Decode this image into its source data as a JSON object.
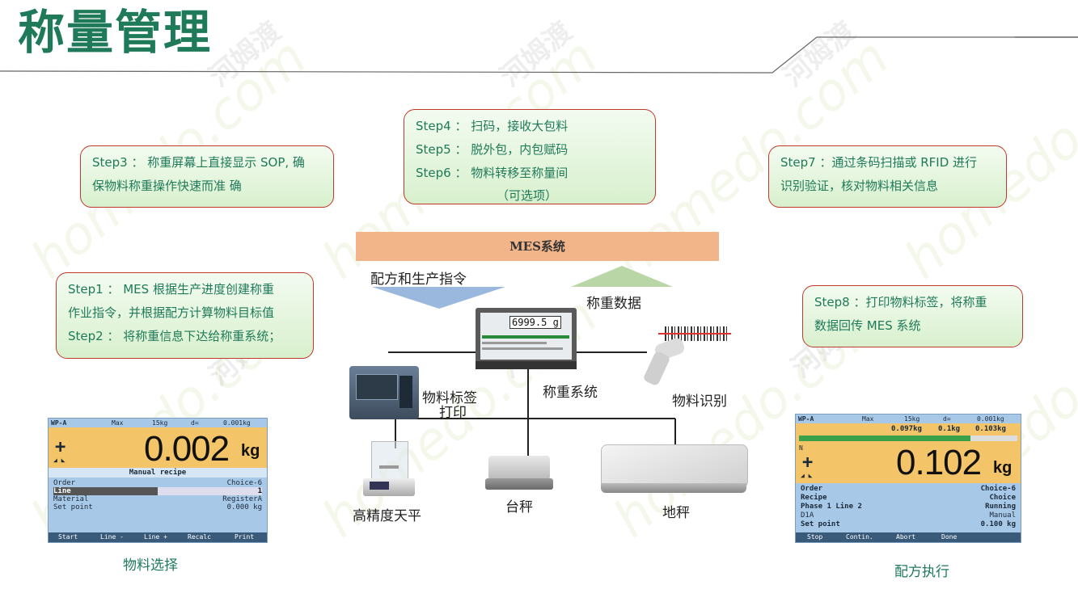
{
  "title": "称量管理",
  "watermark": {
    "cn": "河姆渡",
    "en": "homedo.com"
  },
  "steps": {
    "step3": [
      "Step3 ： 称重屏幕上直接显示 SOP, 确",
      "保物料称重操作快速而准  确"
    ],
    "step456": [
      "Step4 ： 扫码，接收大包料",
      "Step5 ： 脱外包，内包赋码",
      "Step6 ： 物料转移至称量间",
      "（可选项）"
    ],
    "step7": [
      "Step7 ：通过条码扫描或 RFID 进行",
      "识别验证，核对物料相关信息"
    ],
    "step12": [
      "Step1 ：  MES 根据生产进度创建称重",
      "作业指令，并根据配方计算物料目标值",
      "Step2 ： 将称重信息下达给称重系统；"
    ],
    "step8": [
      "Step8 ：打印物料标签，将称重",
      "数据回传 MES  系统"
    ]
  },
  "mes_bar": "MES系统",
  "labels": {
    "recipe_order": "配方和生产指令",
    "weigh_data": "称重数据",
    "label_printer": [
      "物料标签",
      "打印"
    ],
    "weigh_system": "称重系统",
    "material_id": "物料识别",
    "precision_balance": "高精度天平",
    "bench_scale": "台秤",
    "floor_scale": "地秤",
    "terminal_value": "6999.5 g"
  },
  "captions": {
    "left": "物料选择",
    "right": "配方执行"
  },
  "panel_left": {
    "top": [
      "WP-A",
      "Max",
      "15kg",
      "d=",
      "0.001kg"
    ],
    "value": "0.002",
    "unit": "kg",
    "heading": "Manual recipe",
    "rows": [
      [
        "Order",
        "Choice-6"
      ],
      [
        "Line",
        "1"
      ],
      [
        "Material",
        "RegisterA"
      ],
      [
        "Set point",
        "0.000 kg"
      ]
    ],
    "buttons": [
      "Start",
      "Line -",
      "Line +",
      "Recalc",
      "Print"
    ]
  },
  "panel_right": {
    "top": [
      "WP-A",
      "Max",
      "15kg",
      "d=",
      "0.001kg"
    ],
    "targets": [
      "0.097kg",
      "0.1kg",
      "0.103kg"
    ],
    "value": "0.102",
    "unit": "kg",
    "rows": [
      [
        "Order",
        "Choice-6"
      ],
      [
        "Recipe",
        "Choice"
      ],
      [
        "Phase 1  Line 2",
        "Running"
      ],
      [
        "D1A",
        "Manual"
      ],
      [
        "Set point",
        "0.100 kg"
      ]
    ],
    "buttons": [
      "Stop",
      "Contin.",
      "Abort",
      "Done"
    ]
  },
  "colors": {
    "accent": "#1f7a5a",
    "box_border": "#c0392b",
    "mes_bar": "#f2b58a"
  }
}
